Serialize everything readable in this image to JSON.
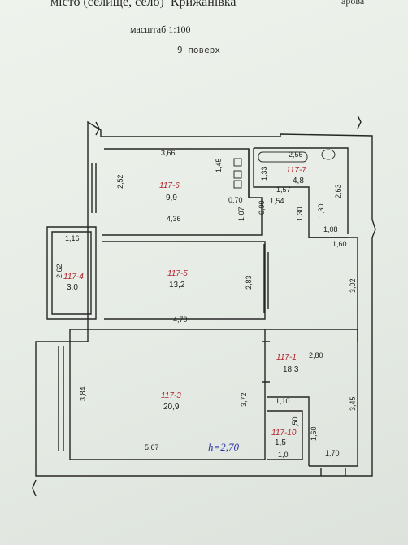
{
  "header": {
    "settlement_prefix": "місто (селище, ",
    "settlement_underlined": "село",
    "settlement_suffix": ")",
    "settlement_name": "Крижанівка",
    "corner_text": "арова",
    "scale": "масштаб 1:100",
    "floor": "9 поверх"
  },
  "rooms": [
    {
      "id": "6",
      "number": "117-6",
      "area": "9,9"
    },
    {
      "id": "7",
      "number": "117-7",
      "area": "4,8"
    },
    {
      "id": "4",
      "number": "117-4",
      "area": "3,0"
    },
    {
      "id": "5",
      "number": "117-5",
      "area": "13,2"
    },
    {
      "id": "1",
      "number": "117-1",
      "area": "18,3"
    },
    {
      "id": "3",
      "number": "117-3",
      "area": "20,9"
    },
    {
      "id": "10",
      "number": "117-10",
      "area": "1,5"
    }
  ],
  "dimensions": {
    "d_366": "3,66",
    "d_252": "2,52",
    "d_436": "4,36",
    "d_145": "1,45",
    "d_256": "2,56",
    "d_133": "1,33",
    "d_157": "1,57",
    "d_263": "2,63",
    "d_070": "0,70",
    "d_090": "0,90",
    "d_154": "1,54",
    "d_107": "1,07",
    "d_130a": "1,30",
    "d_130b": "1,30",
    "d_108": "1,08",
    "d_160a": "1,60",
    "d_116": "1,16",
    "d_262": "2,62",
    "d_283": "2,83",
    "d_302": "3,02",
    "d_470": "4,70",
    "d_280": "2,80",
    "d_384": "3,84",
    "d_372": "3,72",
    "d_345": "3,45",
    "d_110": "1,10",
    "d_150": "1,50",
    "d_160b": "1,60",
    "d_567": "5,67",
    "d_100": "1,0",
    "d_170": "1,70"
  },
  "ceiling_height": "h=2,70"
}
